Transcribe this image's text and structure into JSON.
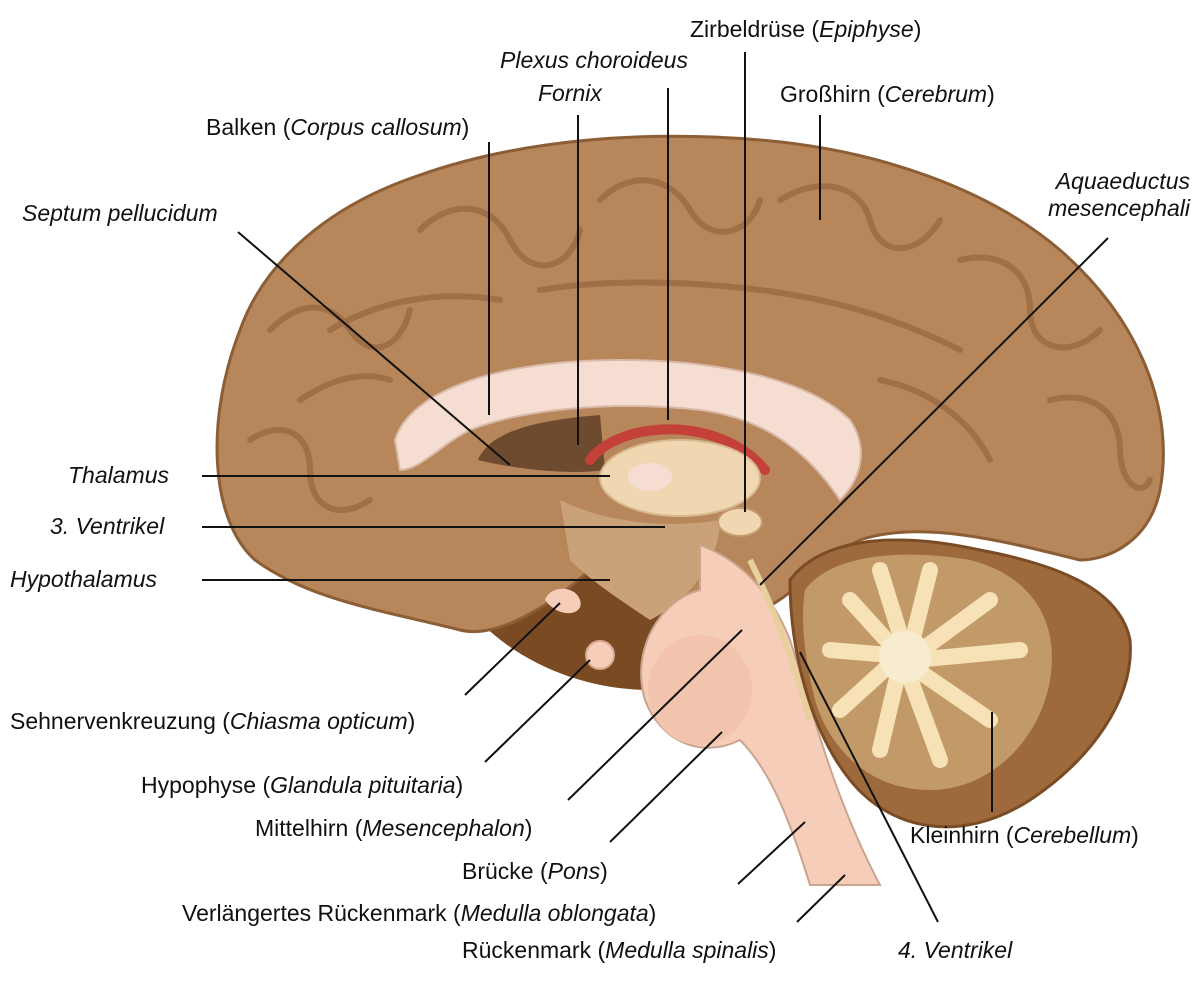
{
  "colors": {
    "cortex": "#b7865a",
    "cortex_dark": "#8c5e36",
    "cortex_light": "#d4a67a",
    "corpus_callosum": "#f6ddd2",
    "thalamus": "#f0d7b2",
    "ventricle": "#6e4a2e",
    "plexus": "#c4413a",
    "brainstem": "#f6cdb8",
    "cerebellum": "#9e6a3b",
    "arbor_vitae": "#f6e2b6",
    "leader_line": "#111111"
  },
  "labels": {
    "epiphyse": {
      "main": "Zirbeldrüse (",
      "latin": "Epiphyse",
      "close": ")"
    },
    "plexus": {
      "latin": "Plexus choroideus"
    },
    "fornix": {
      "latin": "Fornix"
    },
    "cerebrum": {
      "main": "Großhirn (",
      "latin": "Cerebrum",
      "close": ")"
    },
    "balken": {
      "main": "Balken (",
      "latin": "Corpus callosum",
      "close": ")"
    },
    "aquaeductus": {
      "line1": "Aquaeductus",
      "line2": "mesencephali"
    },
    "septum": {
      "latin": "Septum pellucidum"
    },
    "thalamus": {
      "latin": "Thalamus"
    },
    "ventrikel3": {
      "latin": "3. Ventrikel"
    },
    "hypothalamus": {
      "latin": "Hypothalamus"
    },
    "chiasma": {
      "main": "Sehnervenkreuzung (",
      "latin": "Chiasma opticum",
      "close": ")"
    },
    "hypophyse": {
      "main": "Hypophyse (",
      "latin": "Glandula pituitaria",
      "close": ")"
    },
    "mittelhirn": {
      "main": "Mittelhirn (",
      "latin": "Mesencephalon",
      "close": ")"
    },
    "kleinhirn": {
      "main": "Kleinhirn (",
      "latin": "Cerebellum",
      "close": ")"
    },
    "bruecke": {
      "main": "Brücke (",
      "latin": "Pons",
      "close": ")"
    },
    "medulla_oblongata": {
      "main": "Verlängertes Rückenmark (",
      "latin": "Medulla oblongata",
      "close": ")"
    },
    "rueckenmark": {
      "main": "Rückenmark (",
      "latin": "Medulla spinalis",
      "close": ")"
    },
    "ventrikel4": {
      "latin": "4. Ventrikel"
    }
  }
}
